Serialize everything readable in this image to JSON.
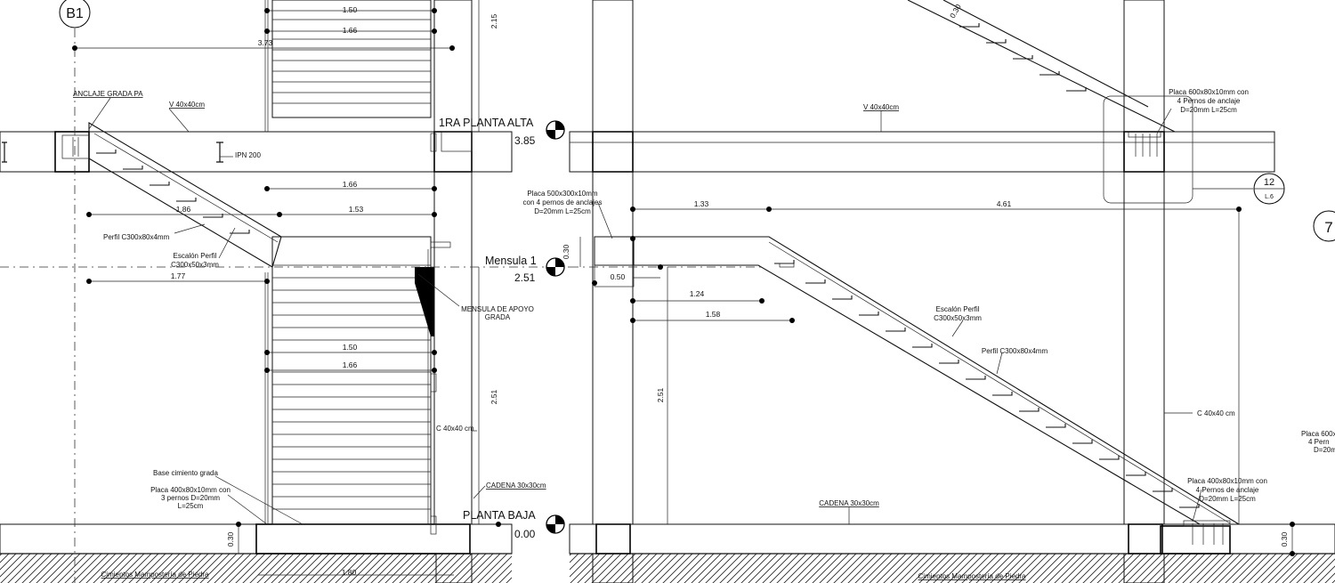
{
  "grid": {
    "left": "B1",
    "right": "7"
  },
  "section_marker": {
    "number": "12",
    "sheet": "L.6"
  },
  "levels": {
    "upper": {
      "name": "1RA PLANTA ALTA",
      "elevation": "3.85"
    },
    "mid": {
      "name": "Mensula 1",
      "elevation": "2.51"
    },
    "ground": {
      "name": "PLANTA BAJA",
      "elevation": "0.00"
    }
  },
  "left_dims": {
    "d150_top": "1.50",
    "d166_top": "1.66",
    "d373": "3.73",
    "d215": "2.15",
    "d166_mid": "1.66",
    "d186": "1.86",
    "d153": "1.53",
    "d177": "1.77",
    "d150_low": "1.50",
    "d166_low": "1.66",
    "d251": "2.51",
    "d030": "0.30",
    "d180": "1.80"
  },
  "left_notes": {
    "anclaje": "ANCLAJE GRADA PA",
    "viga": "V 40x40cm",
    "ipn": "IPN 200",
    "perfil": "Perfil C300x80x4mm",
    "escalon_1": "Escalón Perfil",
    "escalon_2": "C300x50x3mm",
    "mensula_1": "MENSULA DE APOYO",
    "mensula_2": "GRADA",
    "columna": "C 40x40 cm",
    "cadena": "CADENA 30x30cm",
    "base": "Base cimiento grada",
    "placa_1": "Placa 400x80x10mm con",
    "placa_2": "3 pernos D=20mm",
    "placa_3": "L=25cm",
    "cimientos": "Cimientos Mampostería de Piedra"
  },
  "mid_notes": {
    "placa_1": "Placa 500x300x10mm",
    "placa_2": "con 4 pernos de anclajes",
    "placa_3": "D=20mm L=25cm"
  },
  "right_dims": {
    "d030_top": "0.30",
    "d133": "1.33",
    "d461": "4.61",
    "d030_m": "0.30",
    "d050": "0.50",
    "d124": "1.24",
    "d158": "1.58",
    "d251": "2.51",
    "d030_b": "0.30"
  },
  "right_notes": {
    "placa_top_1": "Placa 600x80x10mm con",
    "placa_top_2": "4 Pernos de anclaje",
    "placa_top_3": "D=20mm L=25cm",
    "viga": "V 40x40cm",
    "escalon_1": "Escalón Perfil",
    "escalon_2": "C300x50x3mm",
    "perfil": "Perfil C300x80x4mm",
    "columna": "C 40x40 cm",
    "placa_bot_1": "Placa 400x80x10mm con",
    "placa_bot_2": "4 Pernos de anclaje",
    "placa_bot_3": "D=20mm L=25cm",
    "cadena": "CADENA 30x30cm",
    "cimientos": "Cimientos Mampostería de Piedra",
    "edge_1": "Placa 600x",
    "edge_2": "4 Pern",
    "edge_3": "D=20m"
  }
}
